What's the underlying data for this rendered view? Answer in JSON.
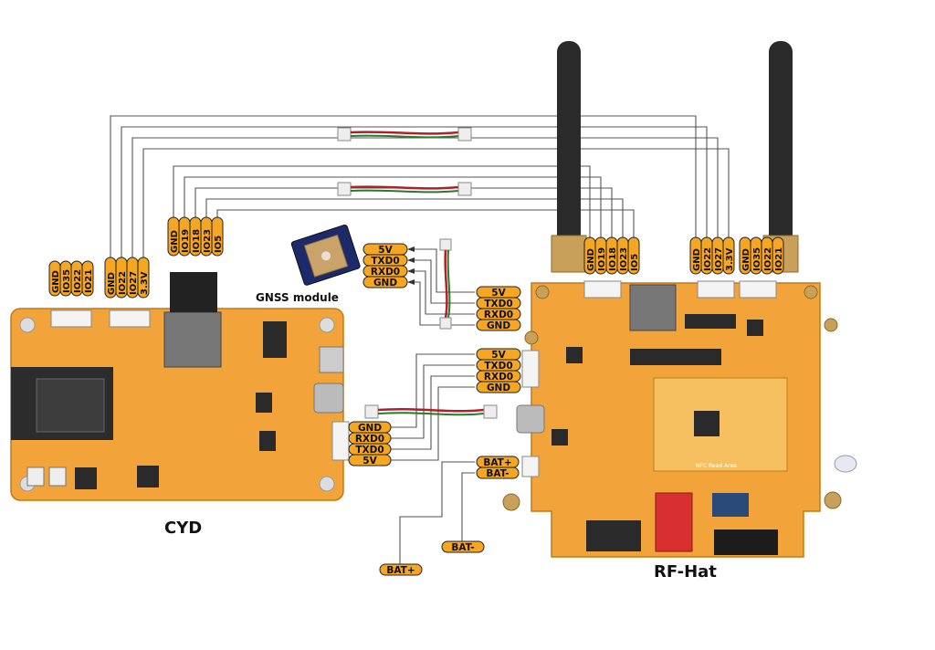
{
  "labels": {
    "cyd": "CYD",
    "rf_hat": "RF-Hat",
    "gnss": "GNSS module",
    "nfc_area": "NFC Read Area"
  },
  "cyd_headers": {
    "left": [
      "GND",
      "IO35",
      "IO22",
      "IO21"
    ],
    "middle": [
      "GND",
      "IO22",
      "IO27",
      "3.3V"
    ],
    "top": [
      "GND",
      "IO19",
      "IO18",
      "IO23",
      "IO5"
    ]
  },
  "rfhat_headers": {
    "left": [
      "GND",
      "IO19",
      "IO18",
      "IO23",
      "IO5"
    ],
    "middle": [
      "GND",
      "IO22",
      "IO27",
      "3.3V"
    ],
    "right": [
      "GND",
      "IO35",
      "IO22",
      "IO21"
    ]
  },
  "gnss_pins": [
    "5V",
    "TXD0",
    "RXD0",
    "GND"
  ],
  "rfhat_gnss_pins": [
    "5V",
    "TXD0",
    "RXD0",
    "GND"
  ],
  "rfhat_uart_pins": [
    "5V",
    "TXD0",
    "RXD0",
    "GND"
  ],
  "cyd_uart_pins": [
    "GND",
    "RXD0",
    "TXD0",
    "5V"
  ],
  "rfhat_bat_pins": [
    "BAT+",
    "BAT-"
  ],
  "battery_pins": [
    "BAT+",
    "BAT-"
  ],
  "colors": {
    "pcb": "#f2a43a",
    "pill": "#f5a623",
    "wire": "#555555",
    "antenna": "#2a2a2a"
  }
}
